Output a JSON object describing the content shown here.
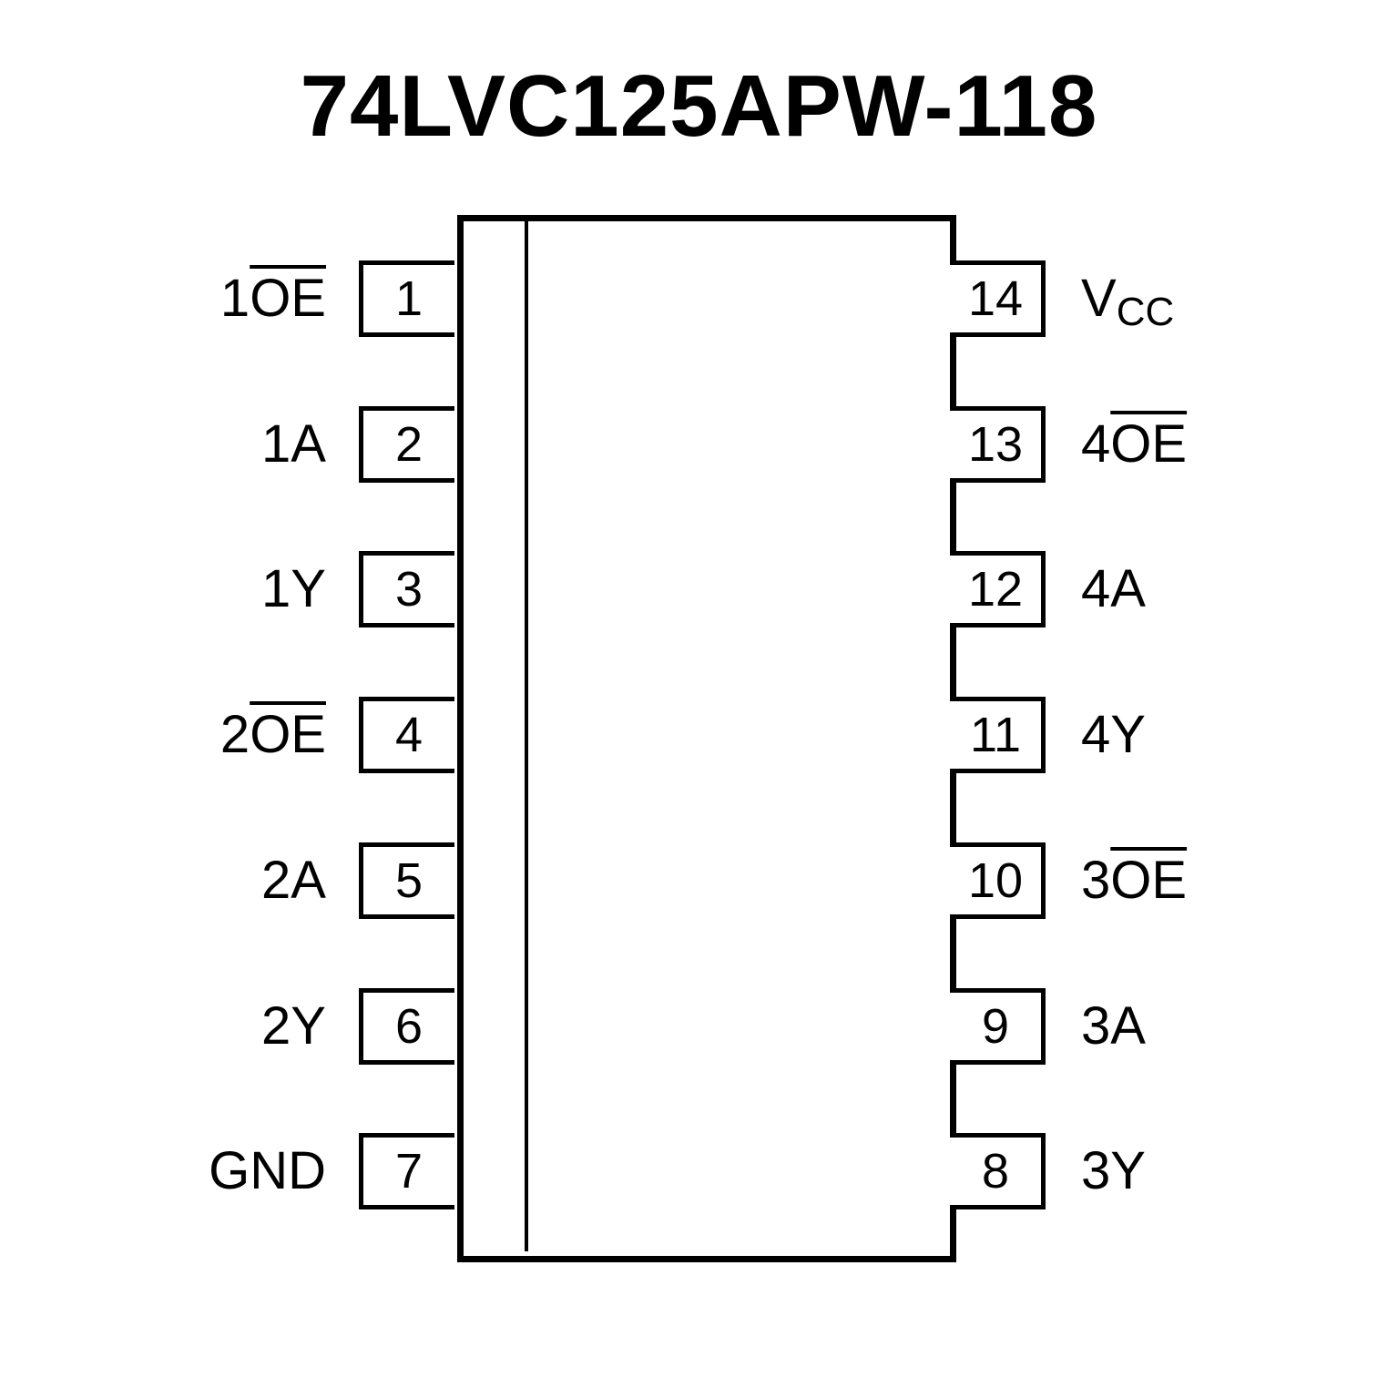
{
  "title": "74LVC125APW-118",
  "pins": [
    {
      "num": "1",
      "label": "1",
      "label_bar": "OE",
      "side": "left"
    },
    {
      "num": "2",
      "label": "1A",
      "side": "left"
    },
    {
      "num": "3",
      "label": "1Y",
      "side": "left"
    },
    {
      "num": "4",
      "label": "2",
      "label_bar": "OE",
      "side": "left"
    },
    {
      "num": "5",
      "label": "2A",
      "side": "left"
    },
    {
      "num": "6",
      "label": "2Y",
      "side": "left"
    },
    {
      "num": "7",
      "label": "GND",
      "side": "left"
    },
    {
      "num": "14",
      "label": "V",
      "label_sub": "CC",
      "side": "right"
    },
    {
      "num": "13",
      "label": "4",
      "label_bar": "OE",
      "side": "right"
    },
    {
      "num": "12",
      "label": "4A",
      "side": "right"
    },
    {
      "num": "11",
      "label": "4Y",
      "side": "right"
    },
    {
      "num": "10",
      "label": "3",
      "label_bar": "OE",
      "side": "right"
    },
    {
      "num": "9",
      "label": "3A",
      "side": "right"
    },
    {
      "num": "8",
      "label": "3Y",
      "side": "right"
    }
  ]
}
